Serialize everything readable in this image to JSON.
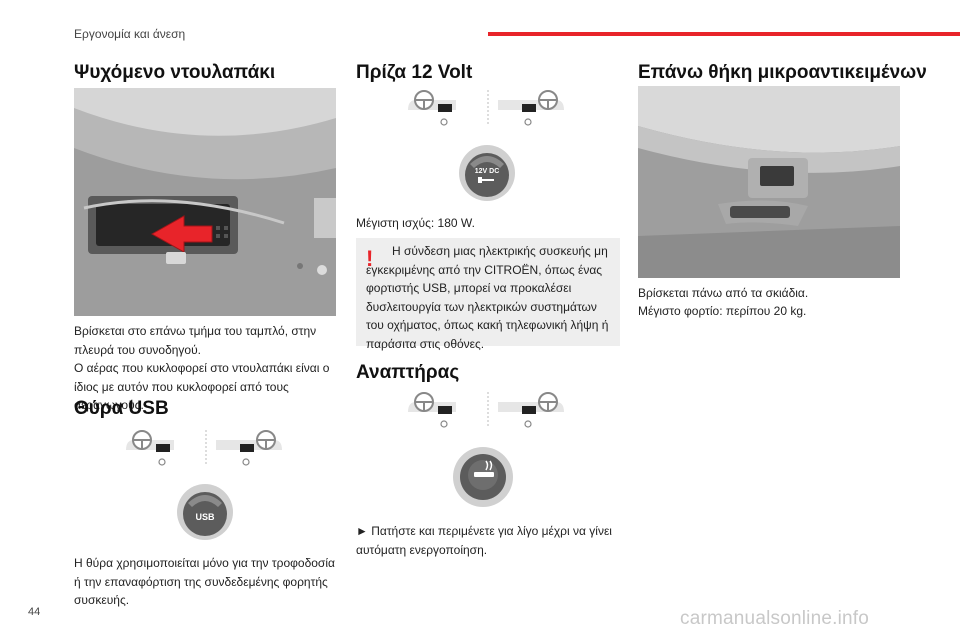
{
  "header": {
    "section": "Εργονομία και άνεση"
  },
  "page_number": "44",
  "watermark": "carmanualsonline.info",
  "cooled_glovebox": {
    "title": "Ψυχόμενο ντουλαπάκι",
    "text1": "Βρίσκεται στο επάνω τμήμα του ταμπλό, στην πλευρά του συνοδηγού.",
    "text2": "Ο αέρας που κυκλοφορεί στο ντουλαπάκι είναι ο ίδιος με αυτόν που κυκλοφορεί από τους αεραγωγούς."
  },
  "usb": {
    "title": "Θύρα USB",
    "socket_label": "USB",
    "text": "Η θύρα χρησιμοποιείται μόνο για την τροφοδοσία ή την επαναφόρτιση της συνδεδεμένης φορητής συσκευής."
  },
  "socket12v": {
    "title": "Πρίζα 12 Volt",
    "socket_label": "12V DC",
    "power": "Μέγιστη ισχύς: 180 W.",
    "warning": "Η σύνδεση μιας ηλεκτρικής συσκευής μη εγκεκριμένης από την CITROËN, όπως ένας φορτιστής USB, μπορεί να προκαλέσει δυσλειτουργία των ηλεκτρικών συστημάτων του οχήματος, όπως κακή τηλεφωνική λήψη ή παράσιτα στις οθόνες.",
    "warning_mark": "!"
  },
  "lighter": {
    "title": "Αναπτήρας",
    "text": "► Πατήστε και περιμένετε για λίγο μέχρι να γίνει αυτόματη ενεργοποίηση."
  },
  "overhead": {
    "title": "Επάνω θήκη μικροαντικειμένων",
    "text1": "Βρίσκεται πάνω από τα σκιάδια.",
    "text2": "Μέγιστο φορτίο: περίπου 20 kg."
  }
}
